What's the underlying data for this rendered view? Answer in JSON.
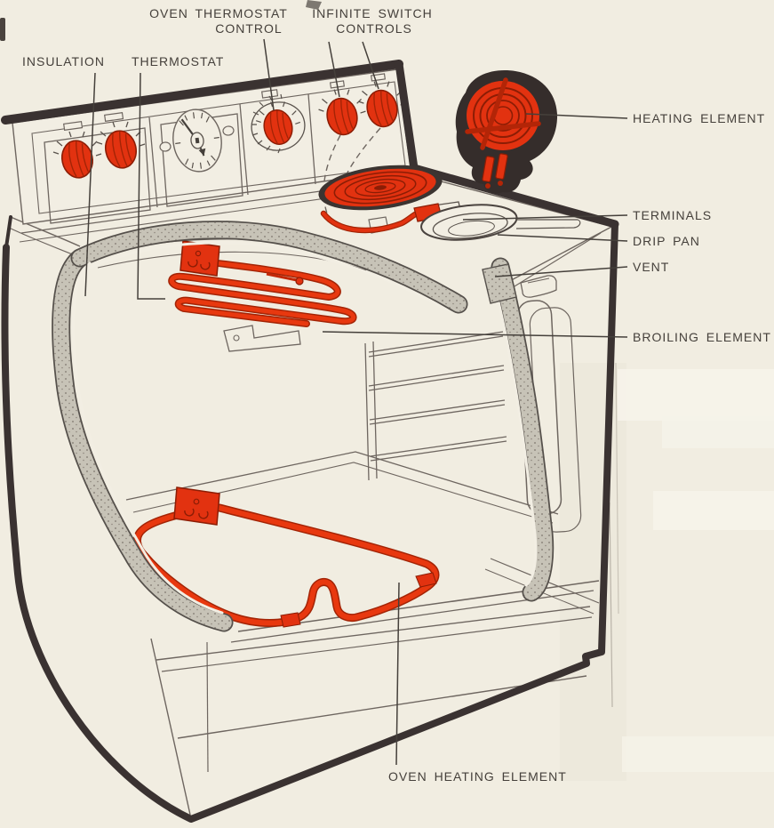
{
  "colors": {
    "background": "#f1ede1",
    "outline_dark": "#3a3231",
    "thin_line": "#6e6660",
    "label_ink": "#45403b",
    "element_red": "#e23210",
    "element_red_dark": "#a32406",
    "insulation_gray": "#c7c3b7"
  },
  "labels": {
    "insulation": "INSULATION",
    "thermostat": "THERMOSTAT",
    "oven_thermostat_control": {
      "line1": "OVEN THERMOSTAT",
      "line2": "CONTROL"
    },
    "infinite_switch_controls": {
      "line1": "INFINITE SWITCH",
      "line2": "CONTROLS"
    },
    "heating_element": "HEATING ELEMENT",
    "terminals": "TERMINALS",
    "drip_pan": "DRIP PAN",
    "vent": "VENT",
    "broiling_element": "BROILING ELEMENT",
    "oven_heating_element": "OVEN HEATING ELEMENT"
  }
}
